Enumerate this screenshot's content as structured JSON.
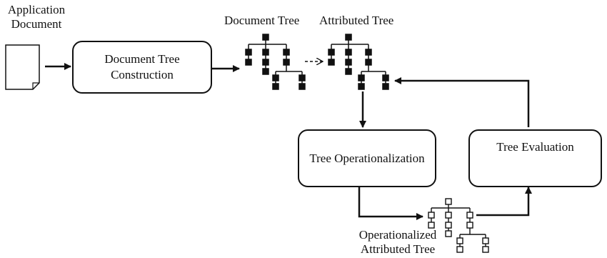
{
  "labels": {
    "app_doc_line1": "Application",
    "app_doc_line2": "Document",
    "document_tree": "Document Tree",
    "attributed_tree": "Attributed Tree",
    "op_attr_line1": "Operationalized",
    "op_attr_line2": "Attributed Tree"
  },
  "boxes": {
    "construction_line1": "Document Tree",
    "construction_line2": "Construction",
    "operationalization_line1": "Tree",
    "operationalization_line2": "Operationalization",
    "evaluation": "Tree Evaluation"
  },
  "colors": {
    "stroke": "#111111",
    "background": "#ffffff"
  },
  "icons": [
    "document-page-icon",
    "document-tree-icon",
    "attributed-tree-icon",
    "operationalized-tree-icon",
    "arrow"
  ]
}
